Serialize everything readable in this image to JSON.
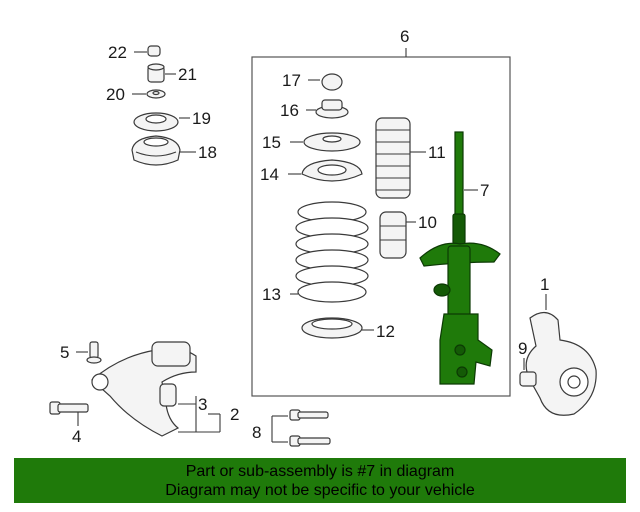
{
  "callouts": {
    "c1": "1",
    "c2": "2",
    "c3": "3",
    "c4": "4",
    "c5": "5",
    "c6": "6",
    "c7": "7",
    "c8": "8",
    "c9": "9",
    "c10": "10",
    "c11": "11",
    "c12": "12",
    "c13": "13",
    "c14": "14",
    "c15": "15",
    "c16": "16",
    "c17": "17",
    "c18": "18",
    "c19": "19",
    "c20": "20",
    "c21": "21",
    "c22": "22"
  },
  "highlight_color": "#1f7a0a",
  "banner": {
    "line1": "Part or sub-assembly is #7 in diagram",
    "line2": "Diagram may not be specific to your vehicle"
  }
}
